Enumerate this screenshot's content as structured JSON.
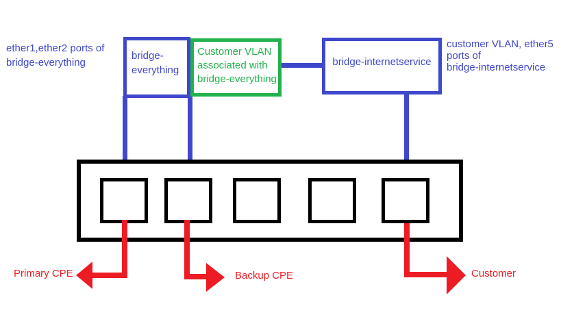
{
  "colors": {
    "blue": "#3F48CC",
    "green": "#22B14C",
    "red": "#ED1C24",
    "black": "#000000",
    "background": "#FFFFFF"
  },
  "annotations": {
    "left_note": "ether1,ether2 ports of\nbridge-everything",
    "right_note": "customer VLAN, ether5\nports of\nbridge-internetservice"
  },
  "nodes": {
    "bridge_everything": {
      "label": "bridge-\neverything",
      "border_color": "#3F48CC"
    },
    "customer_vlan": {
      "label": "Customer VLAN\nassociated with\nbridge-everything",
      "border_color": "#22B14C"
    },
    "bridge_internetservice": {
      "label": "bridge-internetservice",
      "border_color": "#3F48CC"
    }
  },
  "switch": {
    "port_count": 5
  },
  "arrows": {
    "primary_cpe": {
      "label": "Primary CPE",
      "direction": "left"
    },
    "backup_cpe": {
      "label": "Backup CPE",
      "direction": "right"
    },
    "customer": {
      "label": "Customer",
      "direction": "right"
    }
  }
}
